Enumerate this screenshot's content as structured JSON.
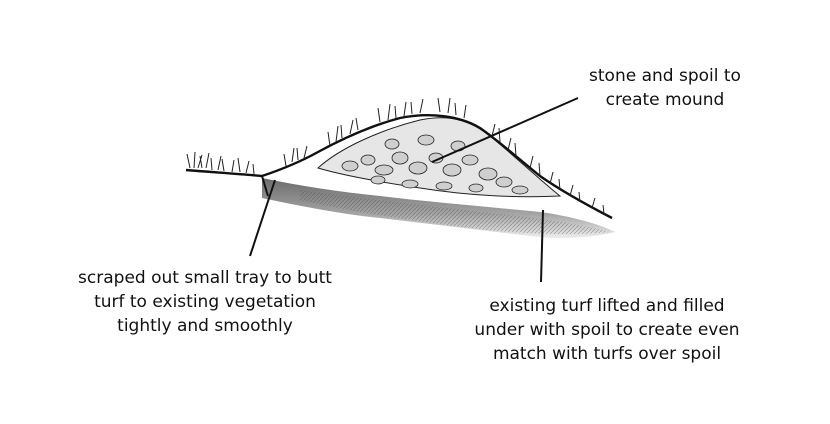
{
  "diagram": {
    "colors": {
      "ink": "#111111",
      "soil": "#7a7a7a",
      "stone_fill": "#d8d8d8"
    },
    "labels": {
      "stone_spoil": {
        "lines": [
          "stone and spoil to",
          "create mound"
        ]
      },
      "scraped_tray": {
        "lines": [
          "scraped out small tray to butt",
          "turf to existing vegetation",
          "tightly and smoothly"
        ]
      },
      "existing_turf": {
        "lines": [
          "existing turf lifted and filled",
          "under with spoil to create even",
          "match with turfs over spoil"
        ]
      }
    }
  }
}
